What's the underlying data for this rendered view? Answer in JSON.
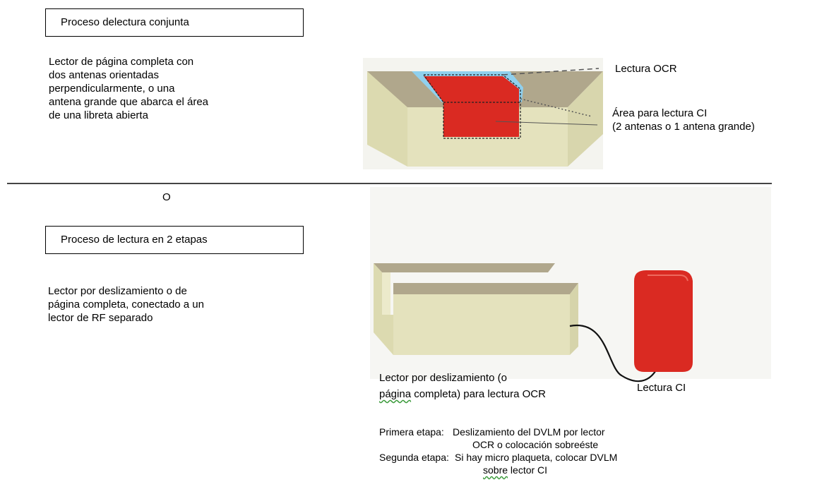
{
  "joint_process": {
    "title": "Proceso delectura conjunta",
    "description": [
      "Lector de página completa con",
      "dos antenas orientadas",
      "perpendicularmente, o una",
      "antena grande que abarca el área",
      "de una libreta abierta"
    ],
    "label_ocr": "Lectura OCR",
    "label_ci_area": [
      "Área para lectura CI",
      "(2 antenas o 1 antena grande)"
    ]
  },
  "separator": "O",
  "two_stage_process": {
    "title": "Proceso de lectura en 2 etapas",
    "description": [
      "Lector por deslizamiento o de",
      "página completa, conectado a un",
      "lector de RF separado"
    ],
    "swipe_reader_caption_line1": "Lector por deslizamiento (o",
    "swipe_reader_caption_word": "página",
    "swipe_reader_caption_rest": " completa) para lectura OCR",
    "ci_reader_label": "Lectura CI",
    "stage1_label": "Primera etapa:",
    "stage1_text": [
      "Deslizamiento del DVLM por lector",
      "OCR o colocación sobreéste"
    ],
    "stage2_label": "Segunda etapa:",
    "stage2_text_line1": "Si hay micro plaqueta, colocar DVLM",
    "stage2_word": "sobre",
    "stage2_rest": " lector CI"
  },
  "colors": {
    "reader_body": "#e4e2bd",
    "reader_top": "#aea489",
    "antenna_red": "#da2a22",
    "ocr_window": "#8fd0ee"
  }
}
